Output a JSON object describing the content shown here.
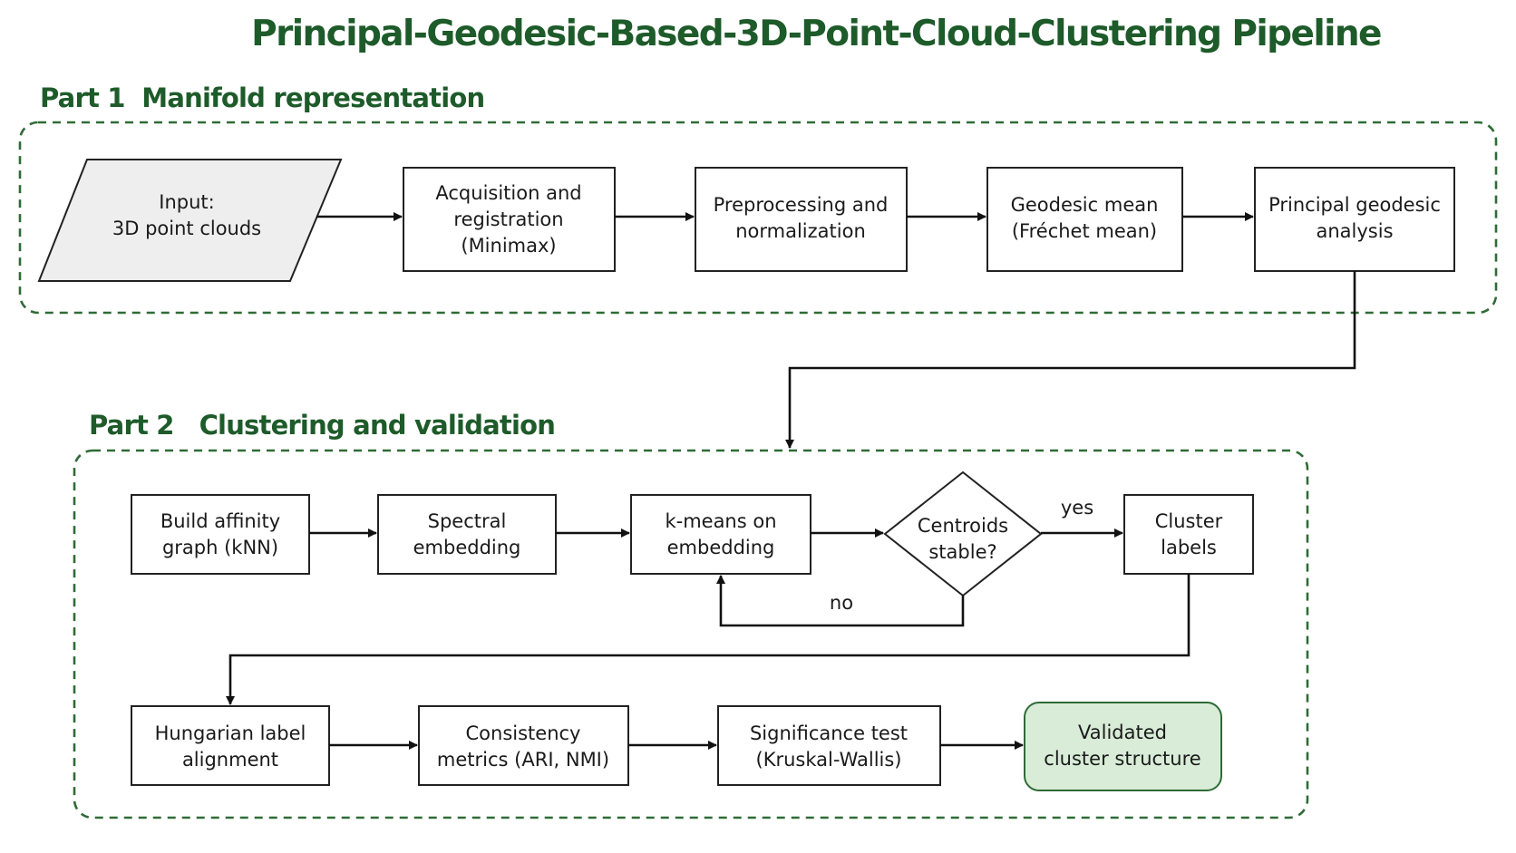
{
  "title": "Principal-Geodesic-Based-3D-Point-Cloud-Clustering Pipeline",
  "colors": {
    "heading": "#1e5b2a",
    "section_border": "#2f6b36",
    "input_fill": "#eeeeee",
    "final_fill": "#d8ecd8",
    "line": "#111111"
  },
  "sections": {
    "part1": {
      "label": "Part 1  Manifold representation"
    },
    "part2": {
      "label": "Part 2   Clustering and validation"
    }
  },
  "nodes": {
    "input": {
      "lines": [
        "Input:",
        "3D point clouds"
      ]
    },
    "acquisition": {
      "lines": [
        "Acquisition and",
        "registration",
        "(Minimax)"
      ]
    },
    "preprocessing": {
      "lines": [
        "Preprocessing and",
        "normalization"
      ]
    },
    "geodesic_mean": {
      "lines": [
        "Geodesic mean",
        "(Fréchet mean)"
      ]
    },
    "pga": {
      "lines": [
        "Principal geodesic",
        "analysis"
      ]
    },
    "affinity": {
      "lines": [
        "Build affinity",
        "graph (kNN)"
      ]
    },
    "spectral": {
      "lines": [
        "Spectral",
        "embedding"
      ]
    },
    "kmeans": {
      "lines": [
        "k-means on",
        "embedding"
      ]
    },
    "decision": {
      "lines": [
        "Centroids",
        "stable?"
      ]
    },
    "labels": {
      "lines": [
        "Cluster",
        "labels"
      ]
    },
    "hungarian": {
      "lines": [
        "Hungarian label",
        "alignment"
      ]
    },
    "consistency": {
      "lines": [
        "Consistency",
        "metrics (ARI, NMI)"
      ]
    },
    "significance": {
      "lines": [
        "Significance test",
        "(Kruskal-Wallis)"
      ]
    },
    "validated": {
      "lines": [
        "Validated",
        "cluster structure"
      ]
    }
  },
  "edge_labels": {
    "yes": "yes",
    "no": "no"
  }
}
